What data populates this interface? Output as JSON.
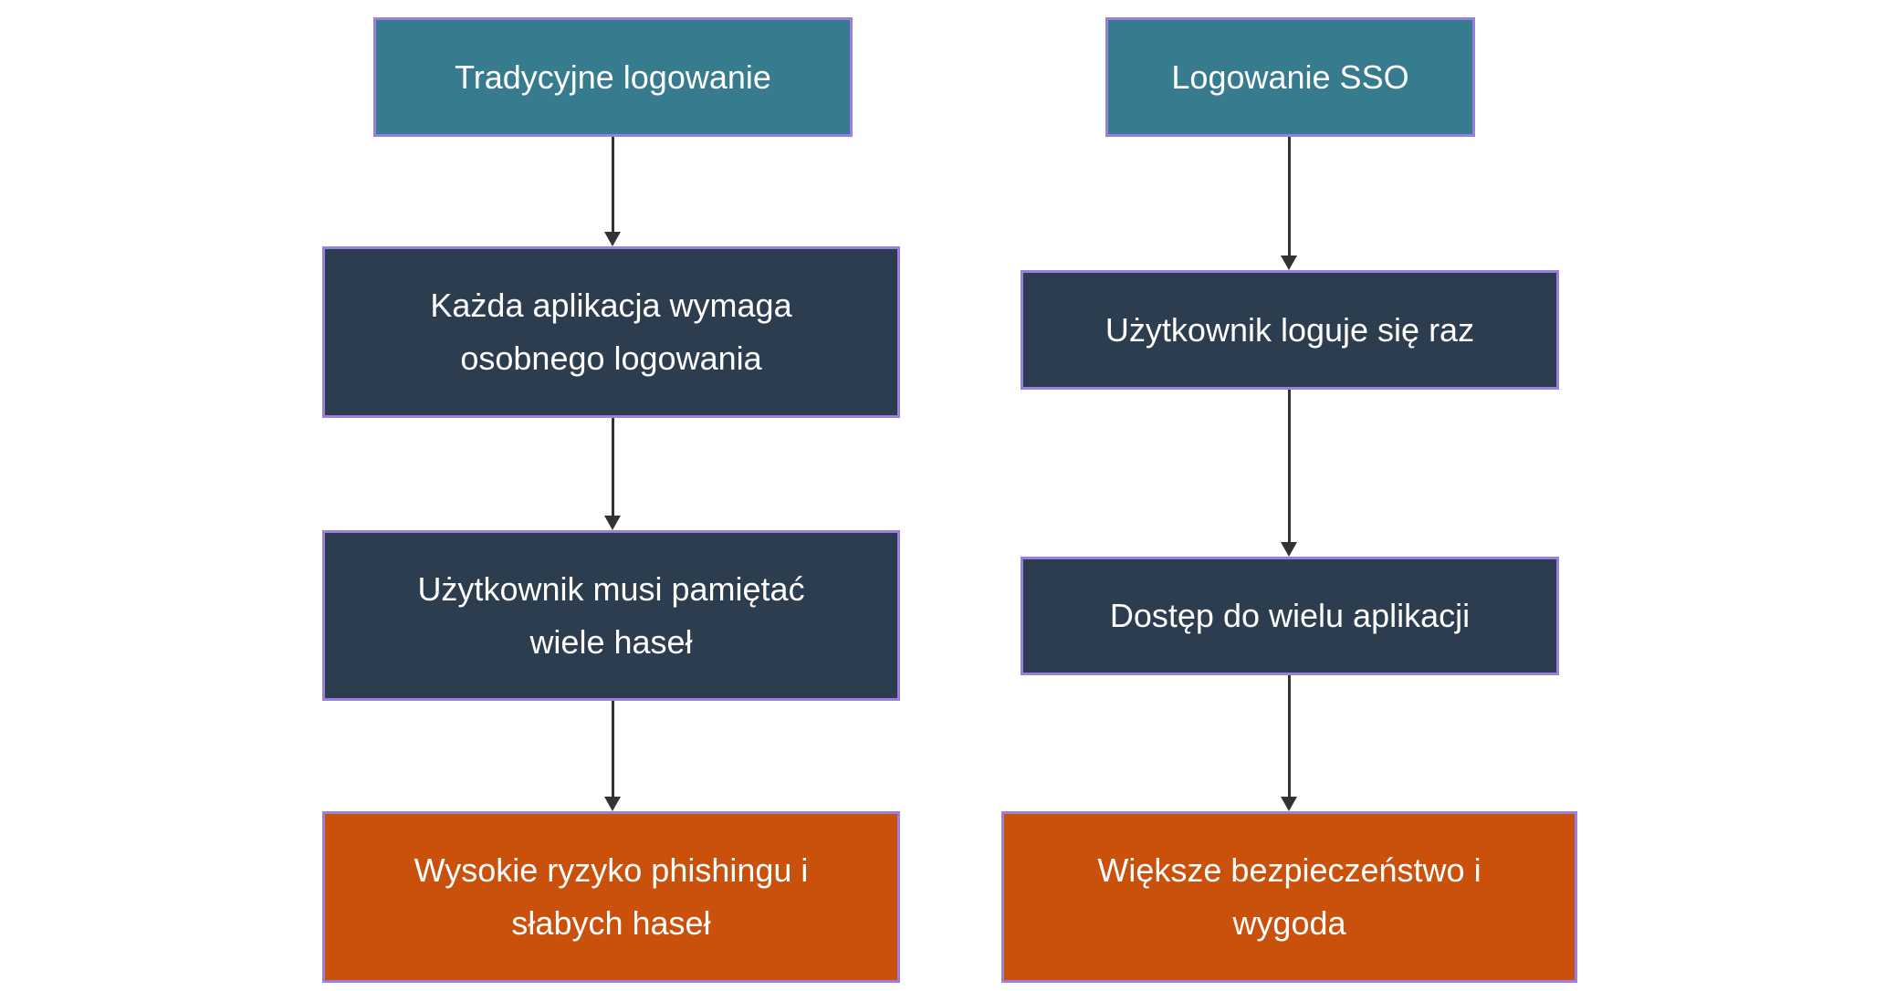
{
  "diagram": {
    "type": "flowchart",
    "background": "#ffffff",
    "colors": {
      "background": "#ffffff",
      "header_fill": "#377b8e",
      "step_fill": "#2c3d4f",
      "result_fill": "#c9510c",
      "border": "#9b7fe0",
      "arrow": "#333333",
      "text": "#ffffff"
    },
    "columns": [
      {
        "id": "traditional-login-flow",
        "nodes": [
          {
            "type": "header",
            "label": "Tradycyjne logowanie"
          },
          {
            "type": "step",
            "label": "Każda aplikacja wymaga\nosobnego logowania"
          },
          {
            "type": "step",
            "label": "Użytkownik musi pamiętać\nwiele haseł"
          },
          {
            "type": "result",
            "label": "Wysokie ryzyko phishingu i\nsłabych haseł"
          }
        ]
      },
      {
        "id": "sso-login-flow",
        "nodes": [
          {
            "type": "header",
            "label": "Logowanie SSO"
          },
          {
            "type": "step",
            "label": "Użytkownik loguje się raz"
          },
          {
            "type": "step",
            "label": "Dostęp do wielu aplikacji"
          },
          {
            "type": "result",
            "label": "Większe bezpieczeństwo i\nwygoda"
          }
        ]
      }
    ]
  }
}
